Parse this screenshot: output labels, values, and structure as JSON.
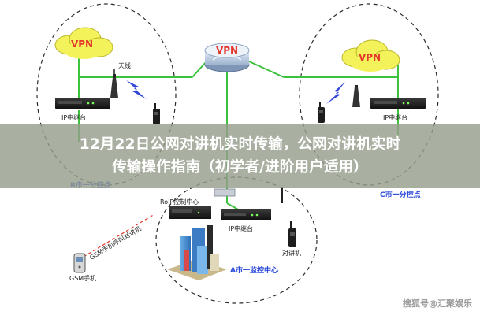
{
  "labels": {
    "antenna": "天线",
    "ip_relay_left": "IP中继台",
    "ip_relay_right": "IP中继台",
    "ip_relay_center": "IP中继台",
    "roip_center": "RoIP控制中心",
    "intercom_gsm": "GSM手机呼叫对讲机",
    "gsm_phone": "GSM手机",
    "intercom": "对讲机"
  },
  "nodes": {
    "vpn_left": "VPN",
    "vpn_center": "VPN",
    "vpn_right": "VPN"
  },
  "regions": {
    "b_city": "B市一分控点",
    "c_city": "C市一分控点",
    "a_city": "A市一监控中心"
  },
  "banner": {
    "line1": "12月22日公网对讲机实时传输，公网对讲机实时",
    "line2": "传输操作指南（初学者/进阶用户适用）"
  },
  "watermark": "搜狐号@汇聚娱乐",
  "colors": {
    "line_green": "#3cc23c",
    "circle_dash": "#2a2a2a",
    "vpn_cloud": "#f4f25a",
    "vpn_text": "#e4372c",
    "region_text": "#2a49d8",
    "banner_bg": "#969e8c"
  }
}
